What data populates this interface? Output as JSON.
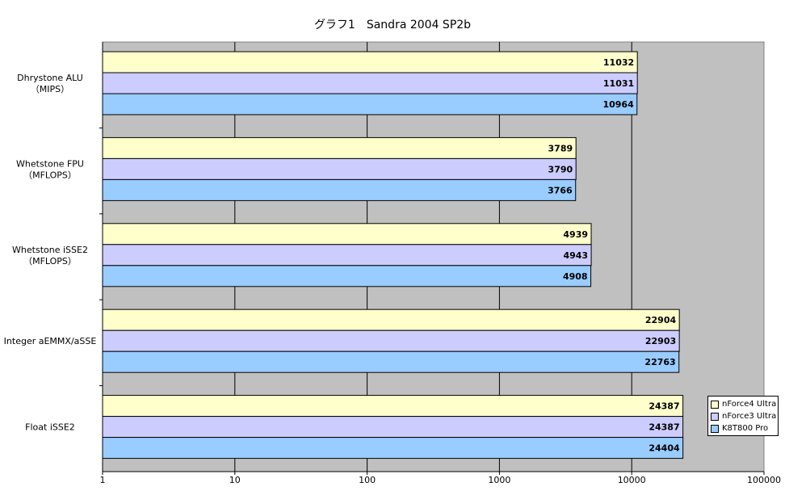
{
  "chart_data": {
    "type": "bar",
    "orientation": "horizontal",
    "title": "グラフ1　Sandra 2004 SP2b",
    "x_scale": "log",
    "xlim": [
      1,
      100000
    ],
    "x_ticks": [
      "1",
      "10",
      "100",
      "1000",
      "10000",
      "100000"
    ],
    "grid": true,
    "legend_position": "bottom-right",
    "categories": [
      [
        "Dhrystone ALU",
        "（MIPS）"
      ],
      [
        "Whetstone FPU",
        "（MFLOPS）"
      ],
      [
        "Whetstone iSSE2",
        "（MFLOPS）"
      ],
      [
        "Integer aEMMX/aSSE"
      ],
      [
        "Float iSSE2"
      ]
    ],
    "series": [
      {
        "name": "nForce4 Ultra",
        "color": "#FFFFCC",
        "values": [
          11032,
          3789,
          4939,
          22904,
          24387
        ]
      },
      {
        "name": "nForce3 Ultra",
        "color": "#CCCCFF",
        "values": [
          11031,
          3790,
          4943,
          22903,
          24387
        ]
      },
      {
        "name": "K8T800 Pro",
        "color": "#99CCFF",
        "values": [
          10964,
          3766,
          4908,
          22763,
          24404
        ]
      }
    ],
    "colors": {
      "plot_background": "#C0C0C0",
      "bar_border": "#000000"
    }
  }
}
